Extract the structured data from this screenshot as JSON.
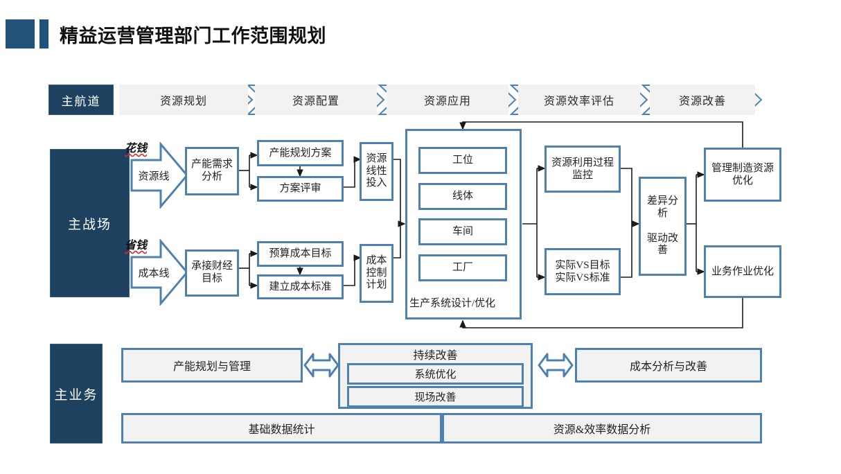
{
  "page_title": "精益运营管理部门工作范围规划",
  "colors": {
    "navy": "#1F4160",
    "title_navy": "#22517A",
    "box_border": "#4E81AE",
    "panel_gray": "#F2F2F2",
    "red_underline": "#D42A2A"
  },
  "lanes": {
    "main_channel": "主航道",
    "main_battlefield": "主战场",
    "main_business": "主业务"
  },
  "nav_stages": [
    "资源规划",
    "资源配置",
    "资源应用",
    "资源效率评估",
    "资源改善"
  ],
  "streams": [
    {
      "tag": "花钱",
      "arrow_label": "资源线"
    },
    {
      "tag": "省钱",
      "arrow_label": "成本线"
    }
  ],
  "flow": {
    "resource_entry": "产能需求分析",
    "resource_sub": [
      "产能规划方案",
      "方案评审"
    ],
    "resource_input": "资源线性投入",
    "cost_entry": "承接财经目标",
    "cost_sub": [
      "预算成本目标",
      "建立成本标准"
    ],
    "cost_plan": "成本控制计划",
    "production": {
      "caption": "生产系统设计/优化",
      "levels": [
        "工位",
        "线体",
        "车间",
        "工厂"
      ]
    },
    "monitor": "资源利用过程监控",
    "compare": "实际VS目标\n实际VS标准",
    "compare_line1": "实际VS目标",
    "compare_line2": "实际VS标准",
    "variance": "差异分析",
    "drive": "驱动改善",
    "optimize_mfg": "管理制造资源优化",
    "optimize_ops": "业务作业优化"
  },
  "bottom": {
    "left_block": "产能规划与管理",
    "center_title": "持续改善",
    "center_items": [
      "系统优化",
      "现场改善"
    ],
    "right_block": "成本分析与改善",
    "footer_left": "基础数据统计",
    "footer_right": "资源&效率数据分析"
  }
}
